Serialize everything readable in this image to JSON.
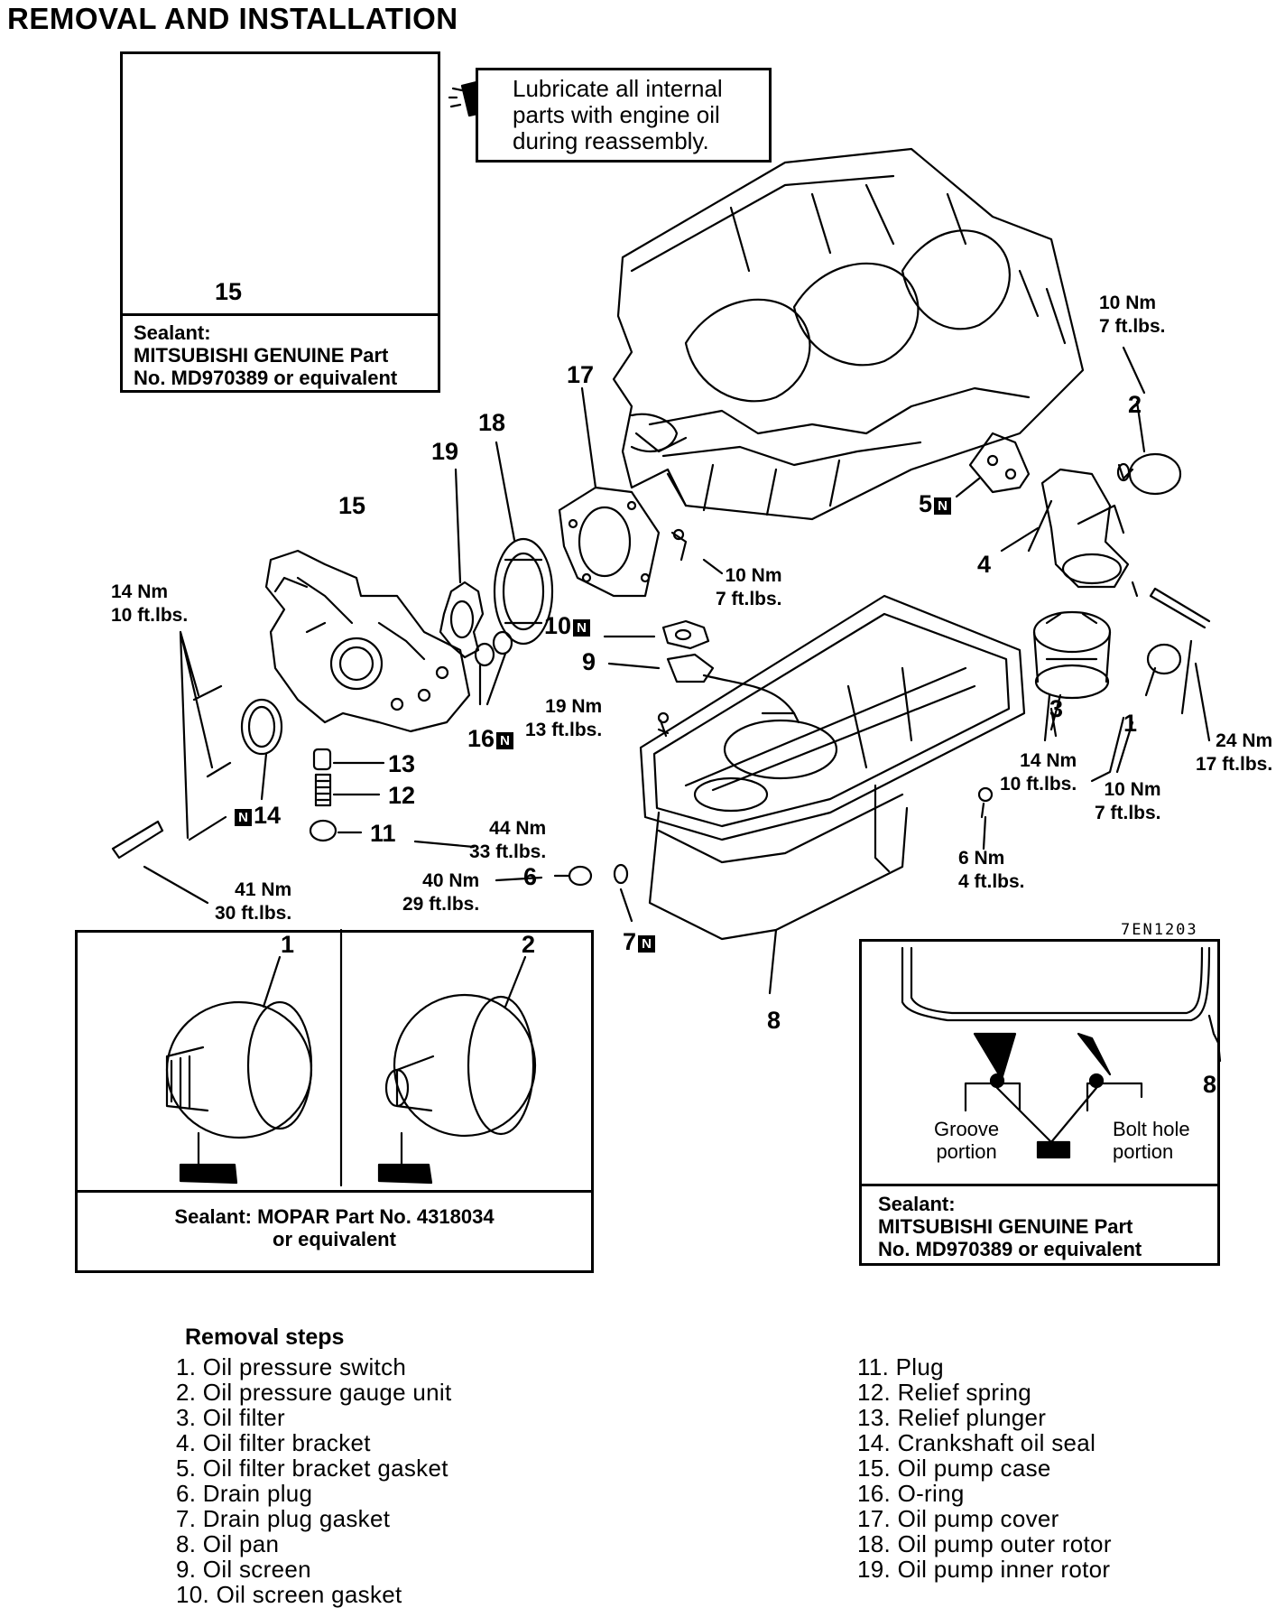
{
  "title": "REMOVAL AND INSTALLATION",
  "lube_note": [
    "Lubricate all internal",
    "parts with engine oil",
    "during reassembly."
  ],
  "figure_code": "7EN1203",
  "inset_top": {
    "part": "15",
    "sealant": [
      "Sealant:",
      "MITSUBISHI GENUINE Part",
      "No. MD970389 or equivalent"
    ]
  },
  "inset_bottom_left": {
    "part_a": "1",
    "part_b": "2",
    "sealant": [
      "Sealant: MOPAR Part No. 4318034",
      "or equivalent"
    ]
  },
  "inset_bottom_right": {
    "part": "8",
    "groove": [
      "Groove",
      "portion"
    ],
    "bolt_hole": [
      "Bolt hole",
      "portion"
    ],
    "sealant": [
      "Sealant:",
      "MITSUBISHI GENUINE Part",
      "No. MD970389 or equivalent"
    ]
  },
  "callouts": {
    "p1": "1",
    "p2": "2",
    "p3": "3",
    "p4": "4",
    "p5": "5",
    "p6": "6",
    "p7": "7",
    "p8": "8",
    "p9": "9",
    "p10": "10",
    "p11": "11",
    "p12": "12",
    "p13": "13",
    "p14": "14",
    "p15": "15",
    "p16": "16",
    "p17": "17",
    "p18": "18",
    "p19": "19",
    "new_mark": "N"
  },
  "torques": {
    "t_10nm_top": [
      "10 Nm",
      "7 ft.lbs."
    ],
    "t_10nm_mid": [
      "10 Nm",
      "7 ft.lbs."
    ],
    "t_14nm_left": [
      "14 Nm",
      "10 ft.lbs."
    ],
    "t_19nm": [
      "19 Nm",
      "13 ft.lbs."
    ],
    "t_14nm_right": [
      "14 Nm",
      "10 ft.lbs."
    ],
    "t_10nm_right": [
      "10 Nm",
      "7 ft.lbs."
    ],
    "t_24nm": [
      "24 Nm",
      "17 ft.lbs."
    ],
    "t_44nm": [
      "44 Nm",
      "33 ft.lbs."
    ],
    "t_40nm": [
      "40 Nm",
      "29 ft.lbs."
    ],
    "t_41nm": [
      "41 Nm",
      "30 ft.lbs."
    ],
    "t_6nm": [
      "6 Nm",
      "4 ft.lbs."
    ]
  },
  "removal_steps": {
    "heading": "Removal steps",
    "left": [
      "1. Oil pressure switch",
      "2. Oil pressure gauge unit",
      "3. Oil filter",
      "4. Oil filter bracket",
      "5. Oil filter bracket gasket",
      "6. Drain plug",
      "7. Drain plug gasket",
      "8. Oil pan",
      "9. Oil screen",
      "10. Oil screen gasket"
    ],
    "right": [
      "11. Plug",
      "12. Relief spring",
      "13. Relief plunger",
      "14. Crankshaft oil seal",
      "15. Oil pump case",
      "16. O-ring",
      "17. Oil pump cover",
      "18. Oil pump outer rotor",
      "19. Oil pump inner rotor"
    ]
  }
}
